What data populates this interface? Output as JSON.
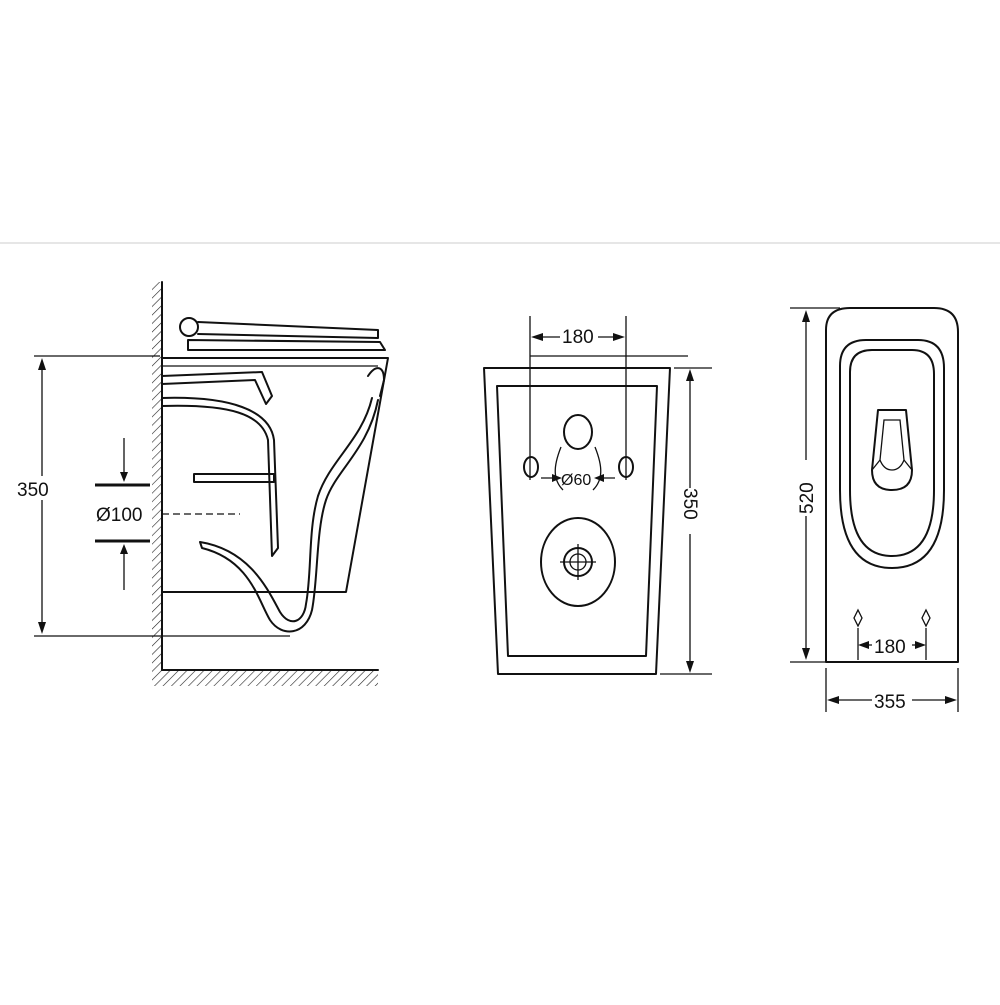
{
  "diagram": {
    "side_view": {
      "height_label": "350",
      "outlet_label": "Ø100"
    },
    "front_view": {
      "bolt_spacing_label": "180",
      "inlet_label": "Ø60",
      "height_label": "350"
    },
    "top_view": {
      "length_label": "520",
      "bolt_spacing_label": "180",
      "width_label": "355"
    },
    "colors": {
      "line": "#111111",
      "background": "#ffffff"
    }
  }
}
